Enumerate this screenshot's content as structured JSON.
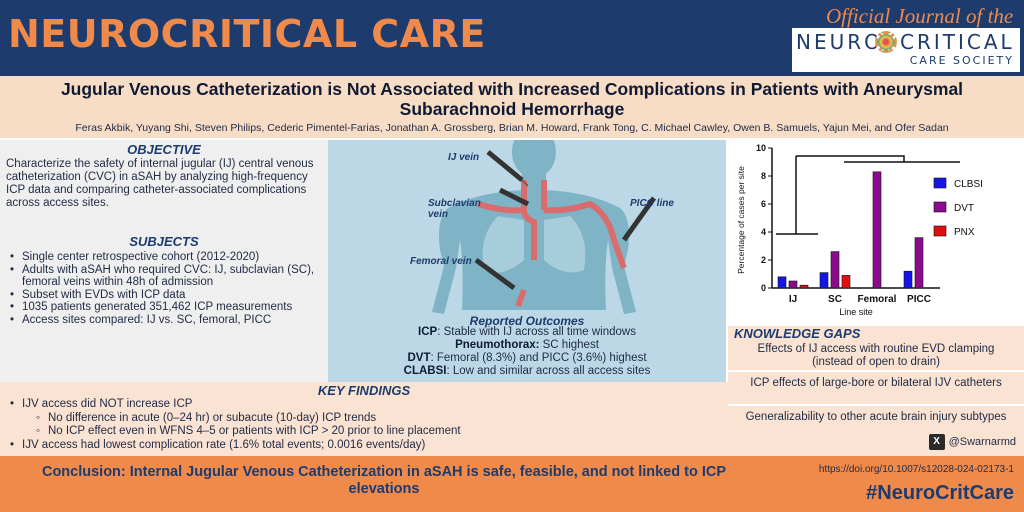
{
  "header": {
    "brand": "NEUROCRITICAL CARE",
    "journal_tagline": "Official Journal of the",
    "society_logo": {
      "word1": "NEURO",
      "word2": "CRITICAL",
      "word3": "CARE SOCIETY"
    }
  },
  "title": "Jugular Venous Catheterization is Not Associated with Increased Complications in Patients with Aneurysmal Subarachnoid Hemorrhage",
  "authors": "Feras Akbik, Yuyang Shi, Steven Philips, Cederic Pimentel-Farias, Jonathan A. Grossberg, Brian M. Howard, Frank Tong, C. Michael Cawley, Owen B. Samuels, Yajun Mei, and Ofer Sadan",
  "objective": {
    "heading": "OBJECTIVE",
    "text": "Characterize the safety of internal jugular (IJ) central venous catheterization (CVC) in aSAH by analyzing high-frequency ICP data and comparing catheter-associated complications across access sites."
  },
  "subjects": {
    "heading": "SUBJECTS",
    "items": [
      "Single center retrospective cohort (2012-2020)",
      "Adults with aSAH who required CVC: IJ, subclavian (SC), femoral veins within 48h of admission",
      "Subset with EVDs with ICP data",
      "1035 patients generated 351,462 ICP measurements",
      "Access sites compared: IJ vs. SC, femoral, PICC"
    ]
  },
  "illustration": {
    "labels": {
      "ij": "IJ vein",
      "subclavian": "Subclavian vein",
      "picc": "PICC line",
      "femoral": "Femoral vein"
    }
  },
  "outcomes": {
    "heading": "Reported Outcomes",
    "lines": [
      {
        "label": "ICP",
        "text": ": Stable with IJ across all time windows"
      },
      {
        "label": "Pneumothorax:",
        "text": " SC highest"
      },
      {
        "label": "DVT",
        "text": ": Femoral (8.3%) and PICC (3.6%) highest"
      },
      {
        "label": "CLABSI",
        "text": ": Low and similar across all access sites"
      }
    ]
  },
  "chart_data": {
    "type": "bar",
    "categories": [
      "IJ",
      "SC",
      "Femoral",
      "PICC"
    ],
    "series": [
      {
        "name": "CLBSI",
        "color": "#1515e6",
        "values": [
          0.8,
          1.1,
          0.0,
          1.2
        ]
      },
      {
        "name": "DVT",
        "color": "#8b0b8f",
        "values": [
          0.5,
          2.6,
          8.3,
          3.6
        ]
      },
      {
        "name": "PNX",
        "color": "#e01010",
        "values": [
          0.2,
          0.9,
          0.0,
          0.0
        ]
      }
    ],
    "xlabel": "Line site",
    "ylabel": "Percentage of cases per site",
    "ylim": [
      0,
      10
    ],
    "yticks": [
      0,
      2,
      4,
      6,
      8,
      10
    ],
    "legend_position": "right",
    "grid": false
  },
  "knowledge_gaps": {
    "heading": "KNOWLEDGE GAPS",
    "items": [
      "Effects of IJ access with routine EVD clamping (instead of open to drain)",
      "ICP effects of large-bore or bilateral IJV catheters",
      "Generalizability to other acute brain injury subtypes"
    ],
    "handle": "@Swarnarmd",
    "handle_icon": "x-logo-icon"
  },
  "key_findings": {
    "heading": "KEY FINDINGS",
    "items": [
      {
        "text": "IJV access did NOT increase ICP",
        "sub": false
      },
      {
        "text": "No difference in acute (0–24 hr) or subacute (10-day) ICP trends",
        "sub": true
      },
      {
        "text": "No ICP effect even in WFNS 4–5 or patients with ICP > 20 prior to line placement",
        "sub": true
      },
      {
        "text": "IJV access had lowest complication rate (1.6% total events; 0.0016 events/day)",
        "sub": false
      }
    ]
  },
  "footer": {
    "conclusion": "Conclusion: Internal Jugular Venous Catheterization in aSAH is safe, feasible, and not linked to ICP elevations",
    "doi": "https://doi.org/10.1007/s12028-024-02173-1",
    "hashtag": "#NeuroCritCare"
  }
}
